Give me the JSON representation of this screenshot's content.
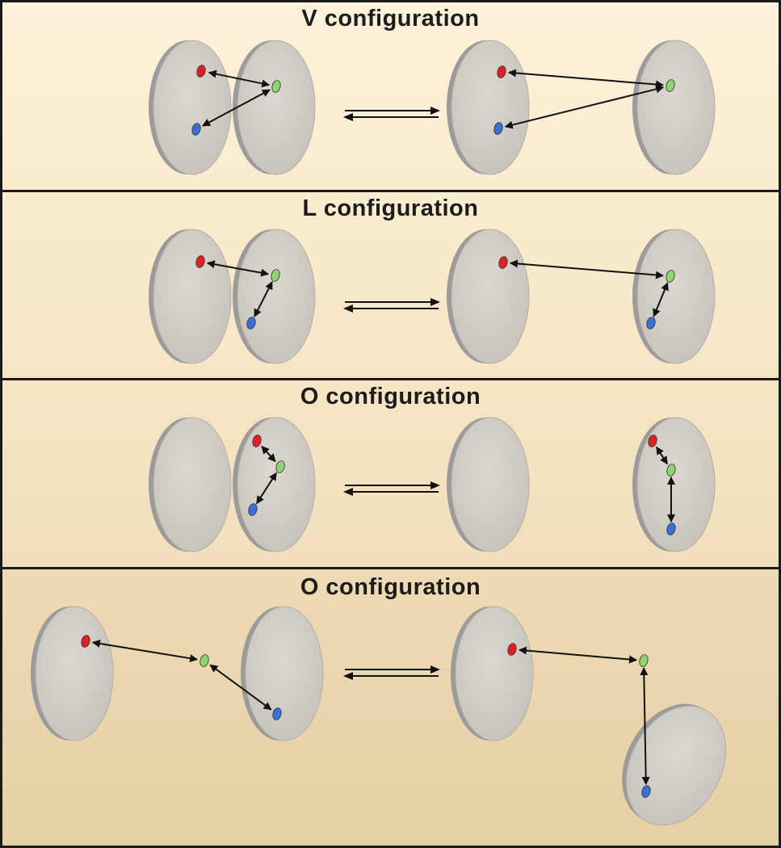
{
  "panels": [
    {
      "title": "V configuration"
    },
    {
      "title": "L configuration"
    },
    {
      "title": "O configuration"
    },
    {
      "title": "O configuration"
    }
  ],
  "colors": {
    "disc_fill": "#d2cdc4",
    "disc_edge": "#9c9b9c",
    "marker_red": "#e01f26",
    "marker_green": "#8fd46f",
    "marker_blue": "#3a6fd8",
    "arrow": "#111111"
  },
  "legend_markers": [
    "red",
    "green",
    "blue"
  ]
}
